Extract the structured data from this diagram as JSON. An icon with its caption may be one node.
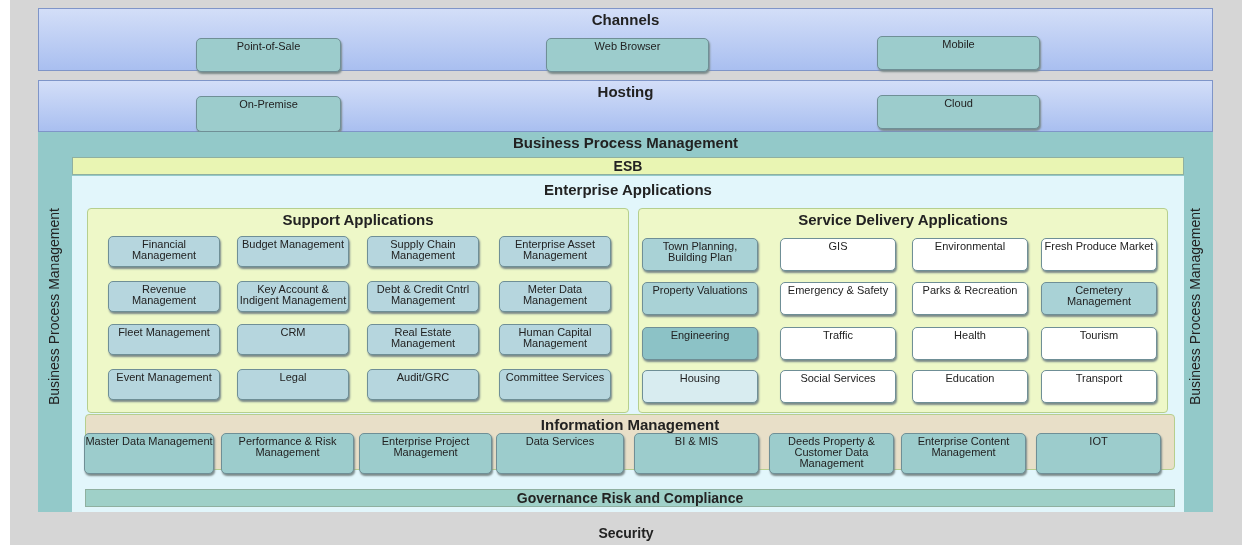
{
  "diagram": {
    "nodes": [
      {
        "text": [
          "Security"
        ]
      },
      {
        "text": [
          "Channels"
        ],
        "in": 0
      },
      {
        "text": [
          "Point-of-Sale"
        ],
        "in": 1
      },
      {
        "text": [
          "Web Browser"
        ],
        "in": 1
      },
      {
        "text": [
          "Mobile"
        ],
        "in": 1
      },
      {
        "text": [
          "Hosting"
        ],
        "in": 0
      },
      {
        "text": [
          "On-Premise"
        ],
        "in": 5
      },
      {
        "text": [
          "Cloud"
        ],
        "in": 5
      },
      {
        "text": [
          "Business Process Management",
          "Business Process Management",
          "Business Process Management"
        ],
        "in": 0
      },
      {
        "text": [
          "ESB"
        ],
        "in": 8
      },
      {
        "text": [
          "Enterprise Applications"
        ],
        "in": 8
      },
      {
        "text": [
          "Support Applications"
        ],
        "in": 10
      },
      {
        "text": [
          "Financial Management"
        ],
        "in": 11
      },
      {
        "text": [
          "Budget Management"
        ],
        "in": 11
      },
      {
        "text": [
          "Supply Chain Management"
        ],
        "in": 11
      },
      {
        "text": [
          "Enterprise Asset Management"
        ],
        "in": 11
      },
      {
        "text": [
          "Revenue Management"
        ],
        "in": 11
      },
      {
        "text": [
          "Key Account & Indigent Management"
        ],
        "in": 11
      },
      {
        "text": [
          "Debt & Credit Cntrl Management"
        ],
        "in": 11
      },
      {
        "text": [
          "Meter Data Management"
        ],
        "in": 11
      },
      {
        "text": [
          "Fleet Management"
        ],
        "in": 11
      },
      {
        "text": [
          "CRM"
        ],
        "in": 11
      },
      {
        "text": [
          "Real Estate Management"
        ],
        "in": 11
      },
      {
        "text": [
          "Human Capital Management"
        ],
        "in": 11
      },
      {
        "text": [
          "Event Management"
        ],
        "in": 11
      },
      {
        "text": [
          "Legal"
        ],
        "in": 11
      },
      {
        "text": [
          "Audit/GRC"
        ],
        "in": 11
      },
      {
        "text": [
          "Committee Services"
        ],
        "in": 11
      },
      {
        "text": [
          "Service Delivery Applications"
        ],
        "in": 10
      },
      {
        "text": [
          "Town Planning, Building Plan"
        ],
        "in": 28
      },
      {
        "text": [
          "GIS"
        ],
        "in": 28
      },
      {
        "text": [
          "Environmental"
        ],
        "in": 28
      },
      {
        "text": [
          "Fresh Produce Market"
        ],
        "in": 28
      },
      {
        "text": [
          "Property Valuations"
        ],
        "in": 28
      },
      {
        "text": [
          "Emergency & Safety"
        ],
        "in": 28
      },
      {
        "text": [
          "Parks & Recreation"
        ],
        "in": 28
      },
      {
        "text": [
          "Cemetery Management"
        ],
        "in": 28
      },
      {
        "text": [
          "Engineering"
        ],
        "in": 28
      },
      {
        "text": [
          "Traffic"
        ],
        "in": 28
      },
      {
        "text": [
          "Health"
        ],
        "in": 28
      },
      {
        "text": [
          "Tourism"
        ],
        "in": 28
      },
      {
        "text": [
          "Housing"
        ],
        "in": 28
      },
      {
        "text": [
          "Social Services"
        ],
        "in": 28
      },
      {
        "text": [
          "Education"
        ],
        "in": 28
      },
      {
        "text": [
          "Transport"
        ],
        "in": 28
      },
      {
        "text": [
          "Information Management"
        ],
        "in": 10
      },
      {
        "text": [
          "Master Data Management"
        ],
        "in": 45
      },
      {
        "text": [
          "Performance & Risk Management"
        ],
        "in": 45
      },
      {
        "text": [
          "Enterprise Project Management"
        ],
        "in": 45
      },
      {
        "text": [
          "Data Services"
        ],
        "in": 45
      },
      {
        "text": [
          "BI & MIS"
        ],
        "in": 45
      },
      {
        "text": [
          "Deeds Property & Customer Data Management"
        ],
        "in": 45
      },
      {
        "text": [
          "Enterprise Content Management"
        ],
        "in": 45
      },
      {
        "text": [
          "IOT"
        ],
        "in": 45
      },
      {
        "text": [
          "Governance Risk and Compliance"
        ],
        "in": 10
      }
    ]
  }
}
